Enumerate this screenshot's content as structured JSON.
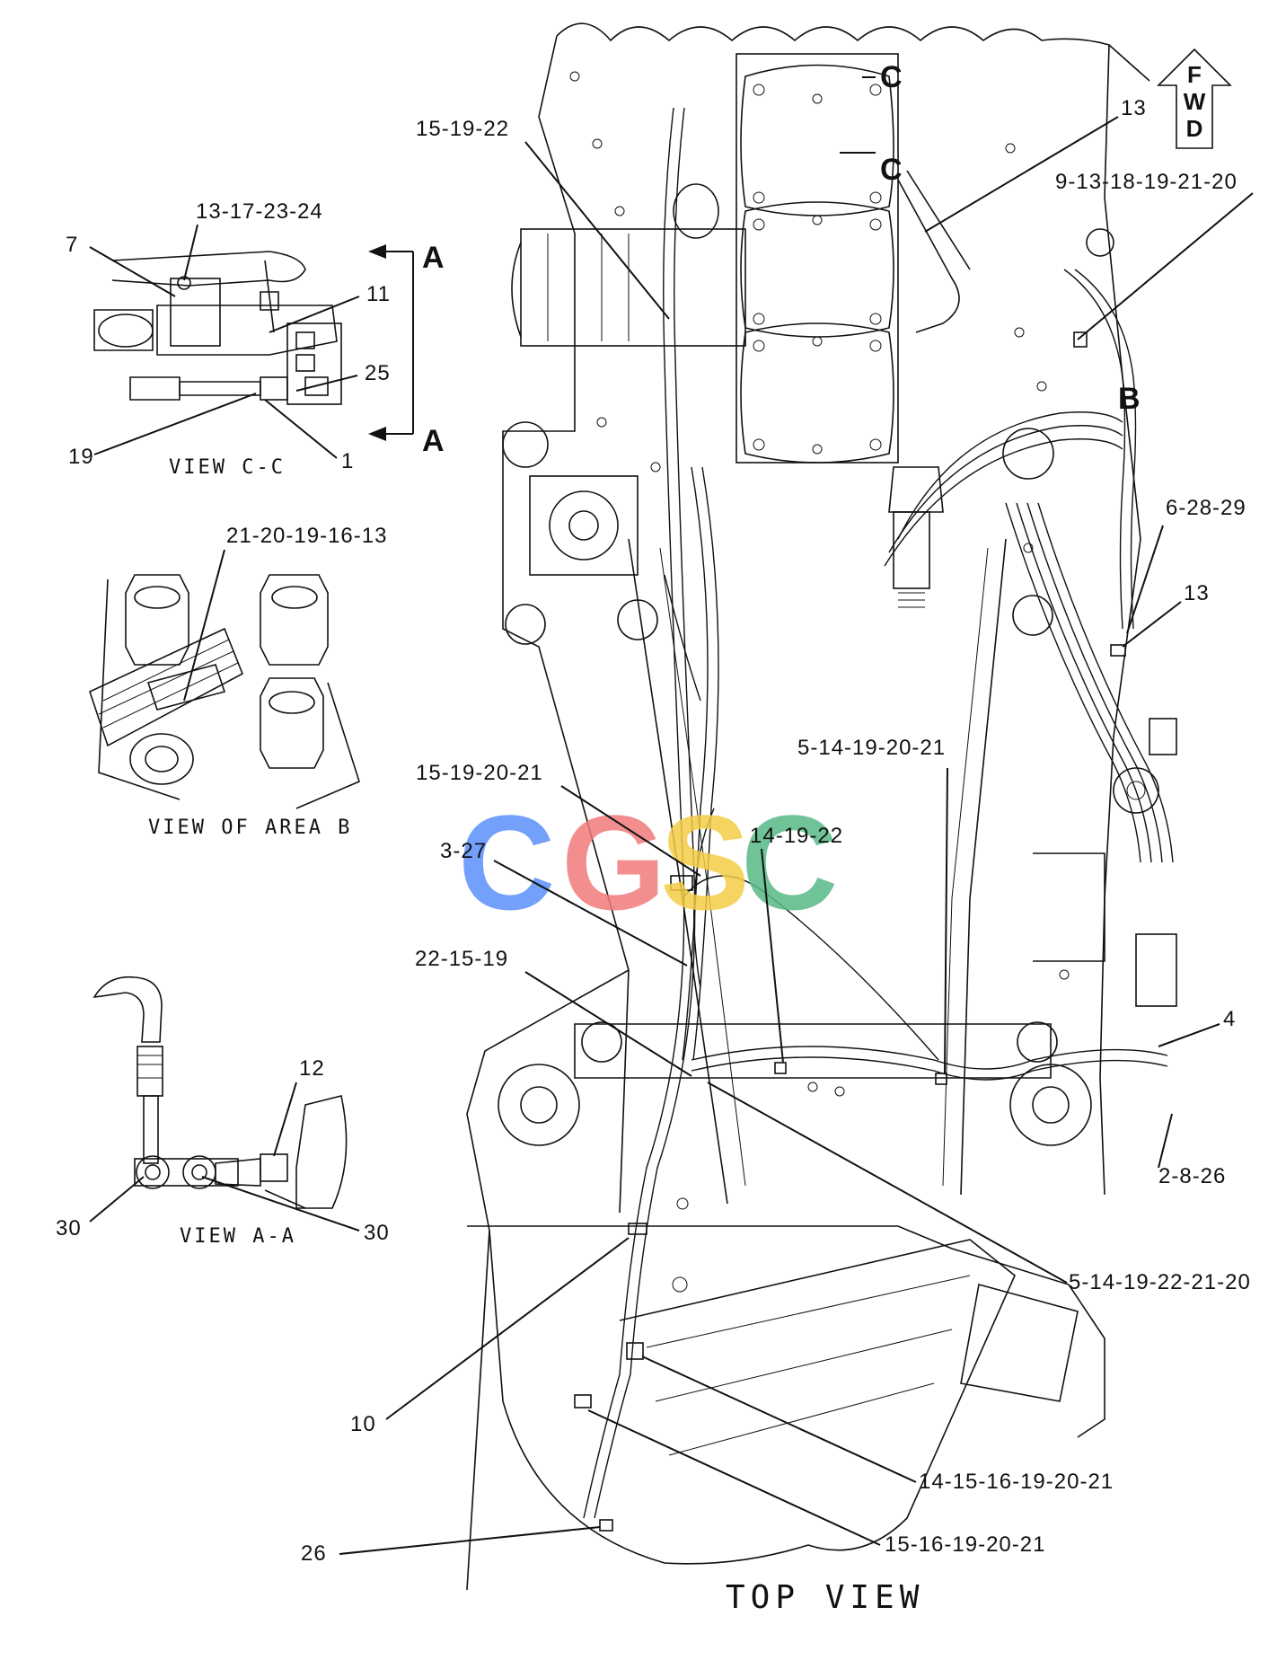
{
  "title": "TOP VIEW",
  "fwd": [
    "F",
    "W",
    "D"
  ],
  "watermark": "CGSC",
  "colors": {
    "wm_blue": "#5b8ff9",
    "wm_red": "#f07a7a",
    "wm_yellow": "#f3cd47",
    "wm_green": "#57b885",
    "line": "#111111"
  },
  "views": {
    "cc": {
      "caption": "VIEW C-C",
      "callouts": [
        "13-17-23-24",
        "7",
        "11",
        "25",
        "19",
        "1"
      ],
      "section_letters": [
        "A",
        "A"
      ]
    },
    "area_b": {
      "caption": "VIEW OF AREA B",
      "callouts": [
        "21-20-19-16-13"
      ]
    },
    "aa": {
      "caption": "VIEW A-A",
      "callouts": [
        "12",
        "30",
        "30"
      ]
    }
  },
  "main": {
    "section_letters": [
      "C",
      "C",
      "B"
    ],
    "callouts": [
      "15-19-22",
      "13",
      "9-13-18-19-21-20",
      "6-28-29",
      "13",
      "5-14-19-20-21",
      "15-19-20-21",
      "14-19-22",
      "3-27",
      "22-15-19",
      "4",
      "2-8-26",
      "5-14-19-22-21-20",
      "10",
      "14-15-16-19-20-21",
      "15-16-19-20-21",
      "26"
    ]
  }
}
